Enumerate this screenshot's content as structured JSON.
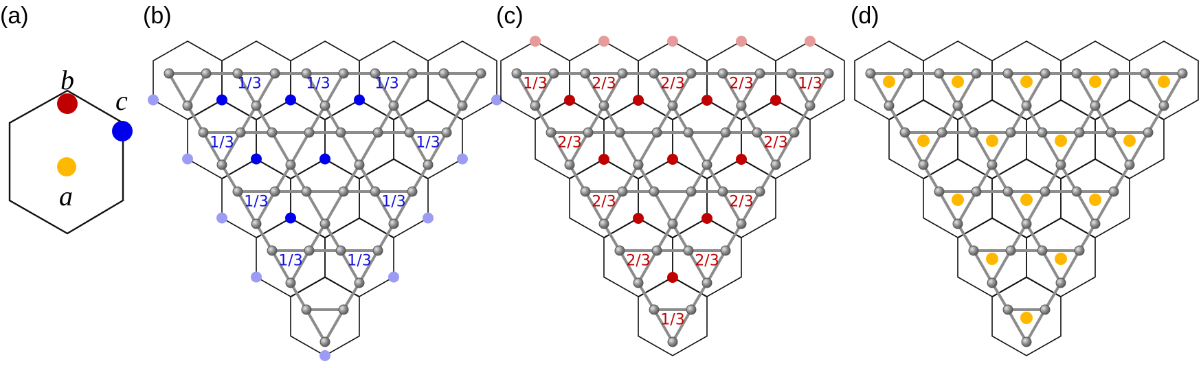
{
  "panels": [
    {
      "id": "a",
      "label": "(a)"
    },
    {
      "id": "b",
      "label": "(b)"
    },
    {
      "id": "c",
      "label": "(c)"
    },
    {
      "id": "d",
      "label": "(d)"
    }
  ],
  "legend": {
    "site_a": "a",
    "site_b": "b",
    "site_c": "c"
  },
  "colors": {
    "site_a": "#FFB800",
    "site_b": "#C00000",
    "site_c": "#0000EE",
    "site_b_faded": "#E79A9A",
    "site_c_faded": "#9C9CF5",
    "atom": "#8A8A8A",
    "hexagon": "#111111",
    "fraction_b": "#C00000",
    "fraction_c": "#1010DD"
  },
  "fractions": {
    "third": "1/3",
    "two_thirds": "2/3"
  }
}
